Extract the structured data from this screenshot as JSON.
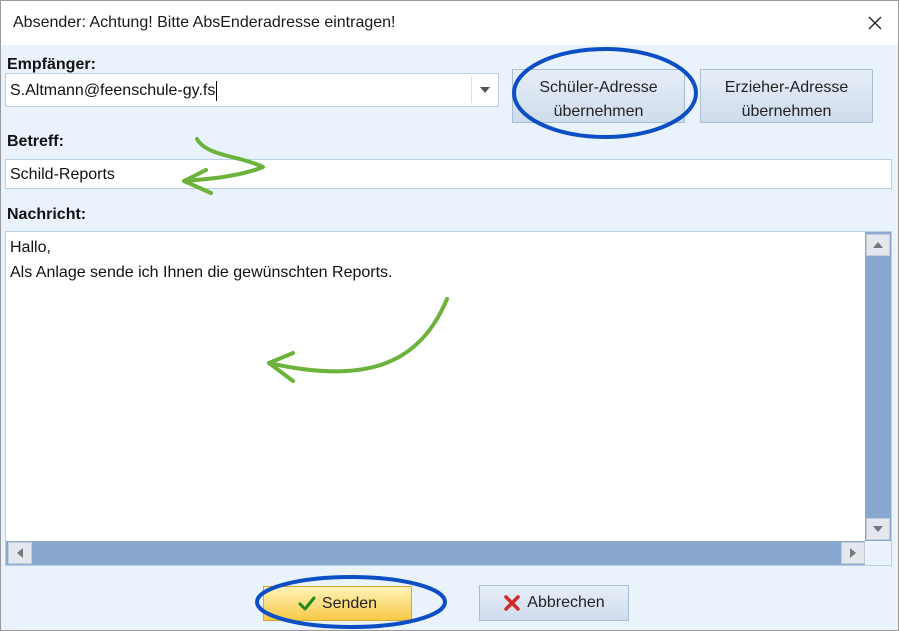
{
  "window": {
    "title": "Absender: Achtung! Bitte AbsEnderadresse eintragen!"
  },
  "recipient": {
    "label": "Empfänger:",
    "value": "S.Altmann@feenschule-gy.fs"
  },
  "buttons": {
    "student_line1": "Schüler-Adresse",
    "student_line2": "übernehmen",
    "educator_line1": "Erzieher-Adresse",
    "educator_line2": "übernehmen",
    "send": "Senden",
    "cancel": "Abbrechen"
  },
  "subject": {
    "label": "Betreff:",
    "value": "Schild-Reports"
  },
  "message": {
    "label": "Nachricht:",
    "line1": "Hallo,",
    "line2": "Als Anlage sende ich Ihnen die gewünschten Reports."
  },
  "icons": {
    "close": "close-icon",
    "dropdown": "chevron-down-icon",
    "send": "checkmark-icon",
    "cancel": "x-icon"
  },
  "colors": {
    "highlight_ring": "#0c4fc4",
    "annotation_arrow": "#6bb33a",
    "send_button": "#f7c948",
    "panel_background": "#eaf2fb",
    "scrollbar": "#89a8cf"
  }
}
